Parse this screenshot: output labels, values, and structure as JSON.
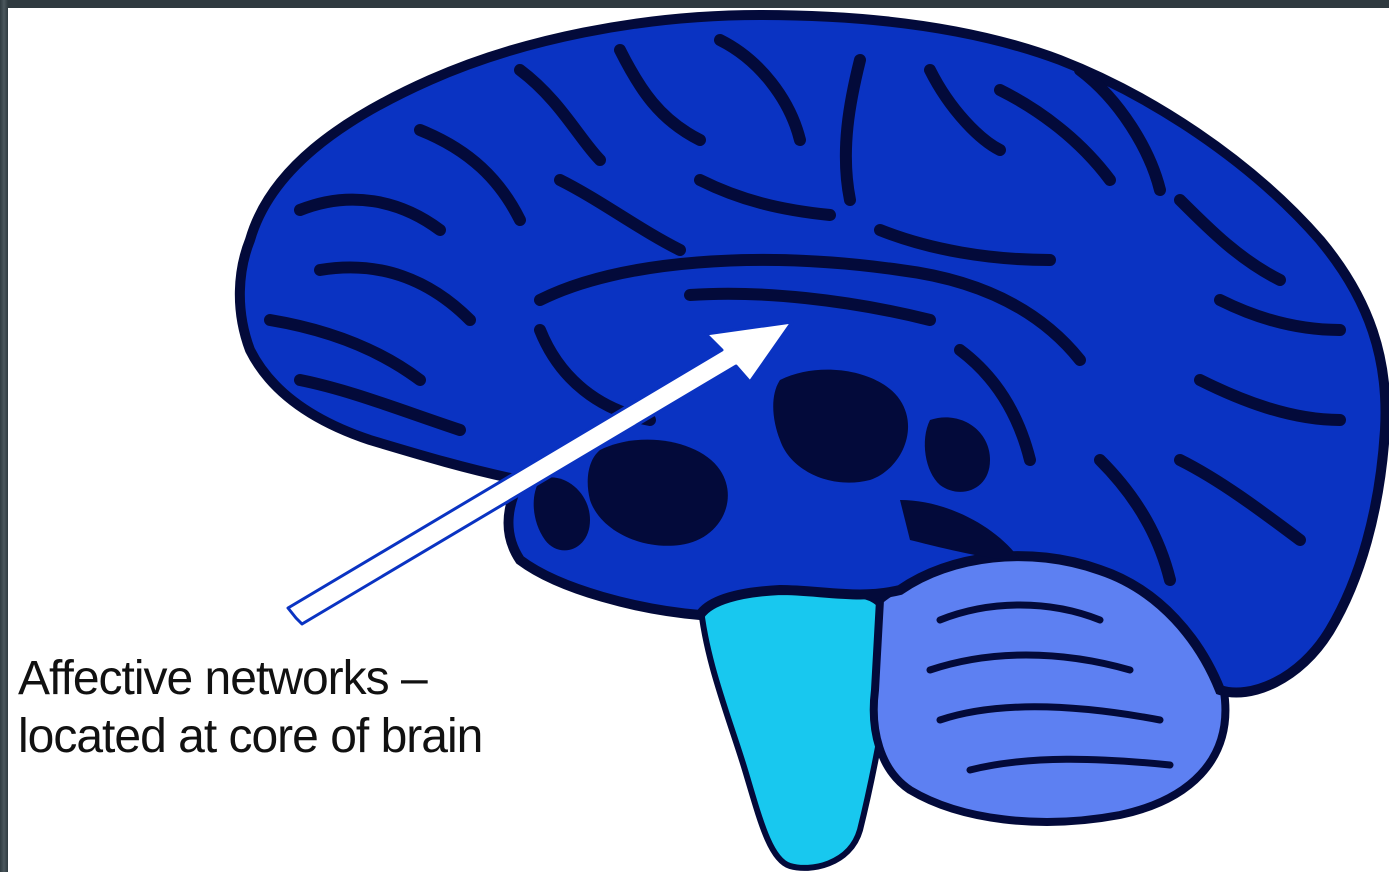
{
  "caption": {
    "line1": "Affective networks –",
    "line2": "located at core of brain"
  },
  "colors": {
    "background_frame": "#3f4a50",
    "cerebrum": "#0a33c2",
    "sulci": "#030a3a",
    "brainstem": "#18c8ef",
    "cerebellum": "#5d80f2",
    "arrow_fill": "#ffffff",
    "arrow_outline": "#0a33c2"
  },
  "icons": [
    "brain-sagittal-illustration",
    "arrow-icon"
  ]
}
